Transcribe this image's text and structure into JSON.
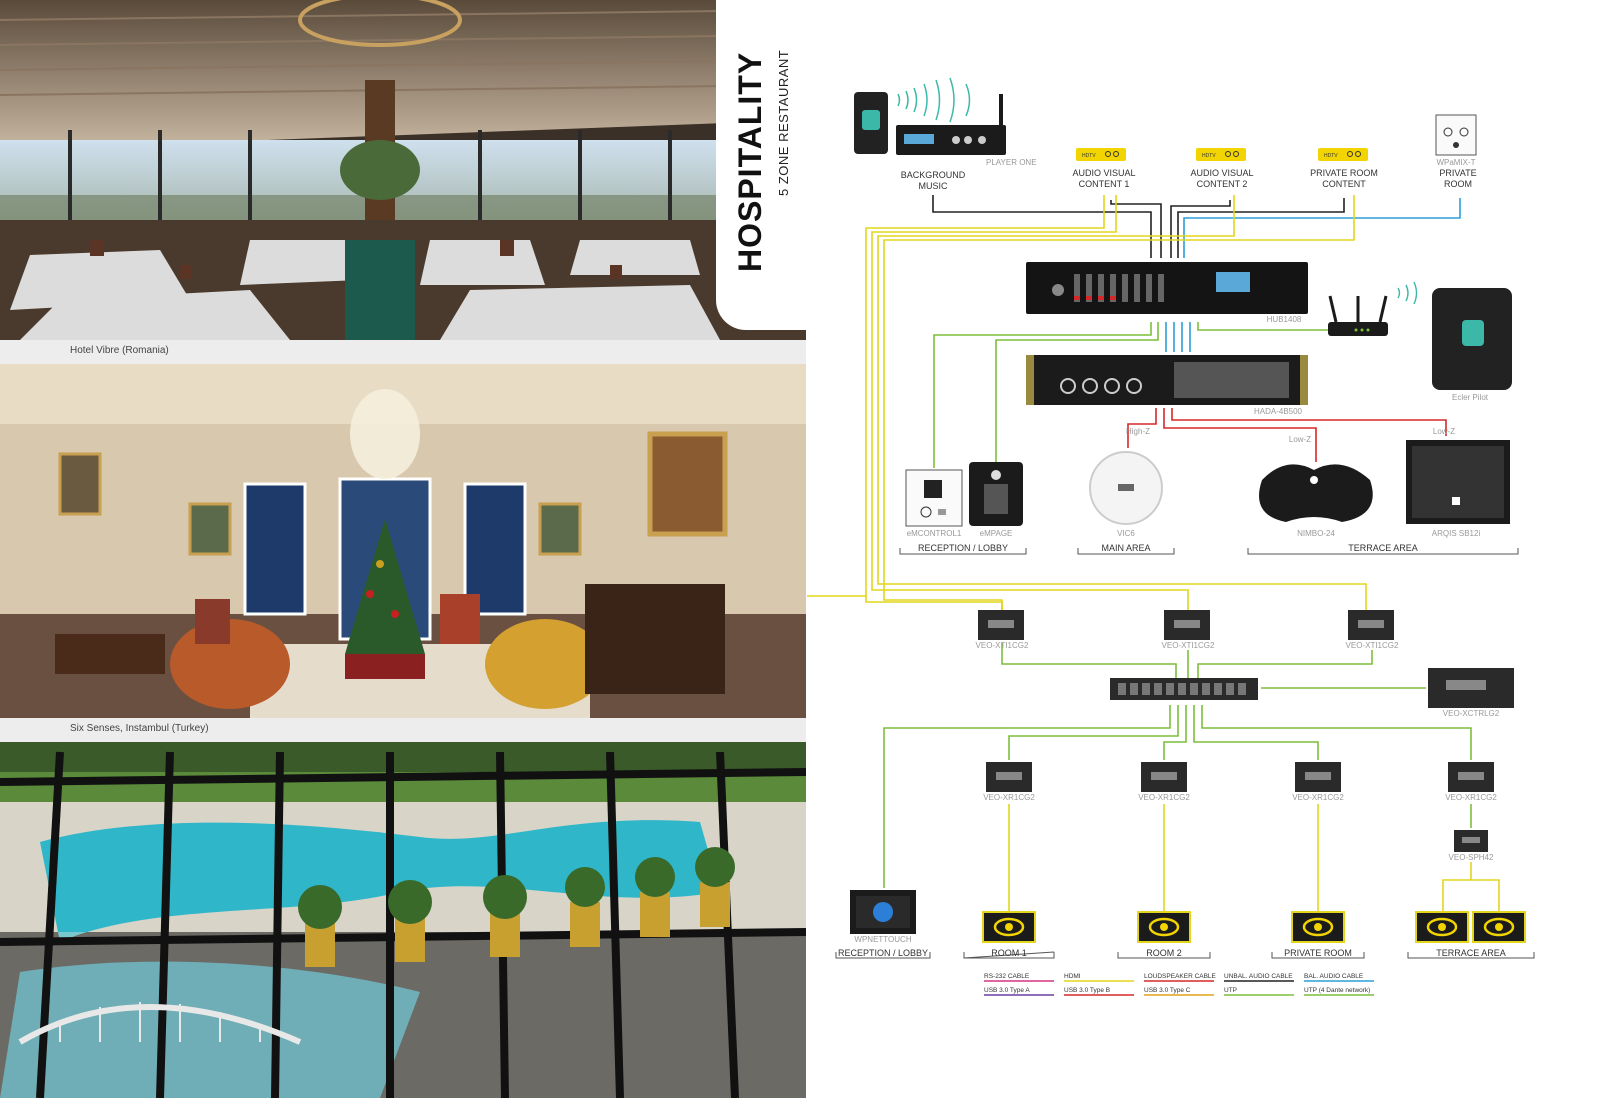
{
  "header": {
    "title": "HOSPITALITY",
    "subtitle": "5 ZONE RESTAURANT"
  },
  "photos": [
    {
      "caption": "Hotel Vibre (Romania)"
    },
    {
      "caption": "Six Senses, Instambul (Turkey)"
    },
    {
      "caption": ""
    }
  ],
  "diagram": {
    "sources": [
      {
        "label_line1": "BACKGROUND",
        "label_line2": "MUSIC"
      },
      {
        "label_line1": "AUDIO VISUAL",
        "label_line2": "CONTENT 1"
      },
      {
        "label_line1": "AUDIO VISUAL",
        "label_line2": "CONTENT 2"
      },
      {
        "label_line1": "PRIVATE ROOM",
        "label_line2": "CONTENT"
      },
      {
        "label_line1": "PRIVATE",
        "label_line2": "ROOM"
      }
    ],
    "hdtv_badge": "HDTV",
    "device_labels": {
      "player_one": "PLAYER ONE",
      "wpamix": "WPaMIX-T",
      "hub": "HUB1408",
      "amp": "HADA-4B500",
      "pilot": "Ecler Pilot",
      "emcontrol": "eMCONTROL1",
      "empage": "eMPAGE",
      "vic6": "VIC6",
      "nimbo": "NIMBO-24",
      "arqis": "ARQIS SB12i",
      "xti": "VEO-XTI1CG2",
      "xctrl": "VEO-XCTRLG2",
      "xr": "VEO-XR1CG2",
      "sph": "VEO-SPH42",
      "wpnet": "WPNETTOUCH"
    },
    "wire_labels": {
      "highz": "High-Z",
      "lowz1": "Low-Z",
      "lowz2": "Low-Z"
    },
    "zones": {
      "reception1": "RECEPTION / LOBBY",
      "main": "MAIN AREA",
      "terrace1": "TERRACE AREA",
      "reception2": "RECEPTION / LOBBY",
      "room1": "ROOM 1",
      "room2": "ROOM 2",
      "private": "PRIVATE ROOM",
      "terrace2": "TERRACE AREA"
    },
    "legend": [
      {
        "label": "RS-232 CABLE",
        "color": "#d63384"
      },
      {
        "label": "HDMI",
        "color": "#e2d51c"
      },
      {
        "label": "LOUDSPEAKER CABLE",
        "color": "#d62828"
      },
      {
        "label": "UNBAL. AUDIO CABLE",
        "color": "#222222"
      },
      {
        "label": "BAL. AUDIO CABLE",
        "color": "#2b9fd6"
      },
      {
        "label": "USB 3.0 Type A",
        "color": "#6b3fa0"
      },
      {
        "label": "USB 3.0 Type B",
        "color": "#d62828"
      },
      {
        "label": "USB 3.0 Type C",
        "color": "#e2a21c"
      },
      {
        "label": "UTP",
        "color": "#7cbf3a"
      },
      {
        "label": "UTP (4 Dante network)",
        "color": "#7cbf3a"
      }
    ],
    "colors": {
      "hdmi": "#e2d51c",
      "utp": "#7cbf3a",
      "speaker": "#d62828",
      "balanced": "#2b9fd6",
      "unbal": "#222222",
      "teal": "#3cb8a8"
    }
  }
}
